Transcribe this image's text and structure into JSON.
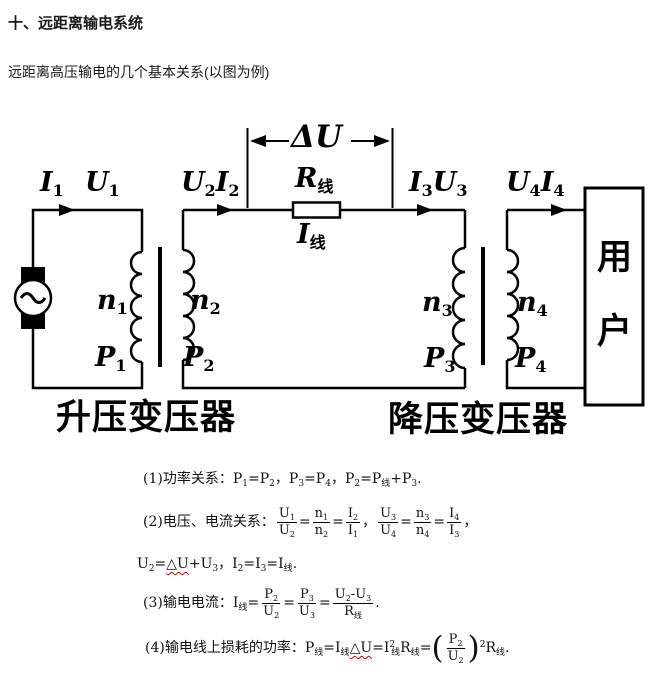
{
  "page": {
    "title": "十、远距离输电系统",
    "subtitle": "远距离高压输电的几个基本关系(以图为例)"
  },
  "colors": {
    "ink": "#000000",
    "squiggle": "#e00000"
  },
  "diagram": {
    "labels": {
      "i1": {
        "m": "I",
        "s": "1"
      },
      "u1": {
        "m": "U",
        "s": "1"
      },
      "u2": {
        "m": "U",
        "s": "2"
      },
      "i2": {
        "m": "I",
        "s": "2"
      },
      "i3": {
        "m": "I",
        "s": "3"
      },
      "u3": {
        "m": "U",
        "s": "3"
      },
      "u4": {
        "m": "U",
        "s": "4"
      },
      "i4": {
        "m": "I",
        "s": "4"
      },
      "n1": {
        "m": "n",
        "s": "1"
      },
      "n2": {
        "m": "n",
        "s": "2"
      },
      "n3": {
        "m": "n",
        "s": "3"
      },
      "n4": {
        "m": "n",
        "s": "4"
      },
      "p1": {
        "m": "P",
        "s": "1"
      },
      "p2": {
        "m": "P",
        "s": "2"
      },
      "p3": {
        "m": "P",
        "s": "3"
      },
      "p4": {
        "m": "P",
        "s": "4"
      },
      "delta_u": "ΔU",
      "r_line": {
        "m": "R",
        "s": "线"
      },
      "i_line": {
        "m": "I",
        "s": "线"
      }
    },
    "user_box": {
      "char1": "用",
      "char2": "户"
    },
    "captions": {
      "step_up": "升压变压器",
      "step_down": "降压变压器"
    }
  },
  "formulas": {
    "lines": [
      {
        "tokens": [
          {
            "t": "(1)功率关系："
          },
          {
            "t": "P"
          },
          {
            "sub": "1"
          },
          {
            "t": "="
          },
          {
            "t": "P"
          },
          {
            "sub": "2"
          },
          {
            "t": "，"
          },
          {
            "t": "P"
          },
          {
            "sub": "3"
          },
          {
            "t": "="
          },
          {
            "t": "P"
          },
          {
            "sub": "4"
          },
          {
            "t": "，"
          },
          {
            "t": "P"
          },
          {
            "sub": "2"
          },
          {
            "t": "="
          },
          {
            "t": "P"
          },
          {
            "sub": "线"
          },
          {
            "t": "+"
          },
          {
            "t": "P"
          },
          {
            "sub": "3"
          },
          {
            "t": "."
          }
        ]
      },
      {
        "tokens": [
          {
            "t": "(2)电压、电流关系："
          },
          {
            "frac": {
              "num": [
                {
                  "t": "U"
                },
                {
                  "sub": "1"
                }
              ],
              "den": [
                {
                  "t": "U"
                },
                {
                  "sub": "2"
                }
              ]
            }
          },
          {
            "t": "="
          },
          {
            "frac": {
              "num": [
                {
                  "t": "n"
                },
                {
                  "sub": "1"
                }
              ],
              "den": [
                {
                  "t": "n"
                },
                {
                  "sub": "2"
                }
              ]
            }
          },
          {
            "t": "="
          },
          {
            "frac": {
              "num": [
                {
                  "t": "I"
                },
                {
                  "sub": "2"
                }
              ],
              "den": [
                {
                  "t": "I"
                },
                {
                  "sub": "1"
                }
              ]
            }
          },
          {
            "t": "，"
          },
          {
            "frac": {
              "num": [
                {
                  "t": "U"
                },
                {
                  "sub": "3"
                }
              ],
              "den": [
                {
                  "t": "U"
                },
                {
                  "sub": "4"
                }
              ]
            }
          },
          {
            "t": "="
          },
          {
            "frac": {
              "num": [
                {
                  "t": "n"
                },
                {
                  "sub": "3"
                }
              ],
              "den": [
                {
                  "t": "n"
                },
                {
                  "sub": "4"
                }
              ]
            }
          },
          {
            "t": "="
          },
          {
            "frac": {
              "num": [
                {
                  "t": "I"
                },
                {
                  "sub": "4"
                }
              ],
              "den": [
                {
                  "t": "I"
                },
                {
                  "sub": "3"
                }
              ]
            }
          },
          {
            "t": "，"
          }
        ]
      },
      {
        "tokens": [
          {
            "t": "U"
          },
          {
            "sub": "2"
          },
          {
            "t": "="
          },
          {
            "wavy": [
              {
                "t": "△U"
              }
            ]
          },
          {
            "t": "+"
          },
          {
            "t": "U"
          },
          {
            "sub": "3"
          },
          {
            "t": "，"
          },
          {
            "t": "I"
          },
          {
            "sub": "2"
          },
          {
            "t": "="
          },
          {
            "t": "I"
          },
          {
            "sub": "3"
          },
          {
            "t": "="
          },
          {
            "t": "I"
          },
          {
            "sub": "线"
          },
          {
            "t": "."
          }
        ]
      },
      {
        "tokens": [
          {
            "t": "(3)输电电流："
          },
          {
            "t": "I"
          },
          {
            "sub": "线"
          },
          {
            "t": "="
          },
          {
            "frac": {
              "num": [
                {
                  "t": "P"
                },
                {
                  "sub": "2"
                }
              ],
              "den": [
                {
                  "t": "U"
                },
                {
                  "sub": "2"
                }
              ]
            }
          },
          {
            "t": "="
          },
          {
            "frac": {
              "num": [
                {
                  "t": "P"
                },
                {
                  "sub": "3"
                }
              ],
              "den": [
                {
                  "t": "U"
                },
                {
                  "sub": "3"
                }
              ]
            }
          },
          {
            "t": "="
          },
          {
            "frac": {
              "num": [
                {
                  "t": "U"
                },
                {
                  "sub": "2"
                },
                {
                  "t": "-"
                },
                {
                  "t": "U"
                },
                {
                  "sub": "3"
                }
              ],
              "den": [
                {
                  "t": "R"
                },
                {
                  "sub": "线"
                }
              ]
            }
          },
          {
            "t": "."
          }
        ]
      },
      {
        "tokens": [
          {
            "t": "(4)输电线上损耗的功率："
          },
          {
            "t": "P"
          },
          {
            "sub": "线"
          },
          {
            "t": "="
          },
          {
            "t": "I"
          },
          {
            "sub": "线"
          },
          {
            "wavy": [
              {
                "t": "△U"
              }
            ]
          },
          {
            "t": "="
          },
          {
            "t": "I"
          },
          {
            "sup": "2"
          },
          {
            "sub": "线"
          },
          {
            "t": "R"
          },
          {
            "sub": "线"
          },
          {
            "t": "="
          },
          {
            "big": "("
          },
          {
            "frac": {
              "num": [
                {
                  "t": "P"
                },
                {
                  "sub": "2"
                }
              ],
              "den": [
                {
                  "t": "U"
                },
                {
                  "sub": "2"
                }
              ]
            }
          },
          {
            "big": ")"
          },
          {
            "sup": "2"
          },
          {
            "t": "R"
          },
          {
            "sub": "线"
          },
          {
            "t": "."
          }
        ]
      }
    ]
  }
}
